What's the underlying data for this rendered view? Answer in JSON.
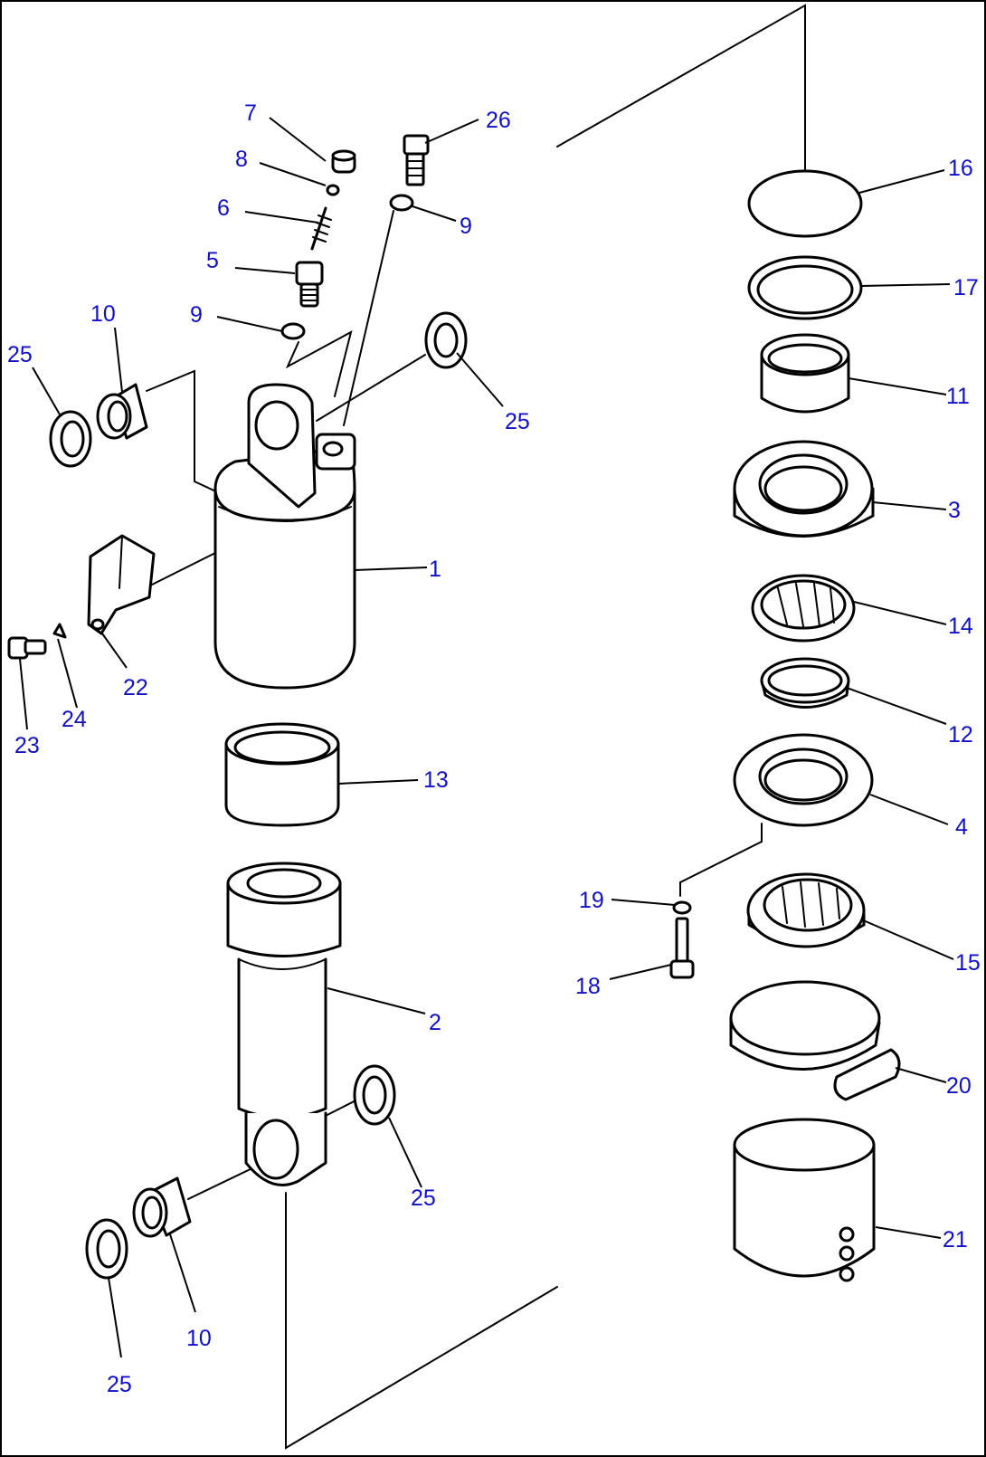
{
  "diagram": {
    "labels": {
      "l7": "7",
      "l26": "26",
      "l8": "8",
      "l6": "6",
      "l9a": "9",
      "l9b": "9",
      "l5": "5",
      "l10a": "10",
      "l25a": "25",
      "l25b": "25",
      "l1": "1",
      "l22": "22",
      "l23": "23",
      "l24": "24",
      "l13": "13",
      "l2": "2",
      "l25c": "25",
      "l10b": "10",
      "l25d": "25",
      "l16": "16",
      "l17": "17",
      "l11": "11",
      "l3": "3",
      "l14": "14",
      "l12": "12",
      "l4": "4",
      "l19": "19",
      "l18": "18",
      "l15": "15",
      "l20": "20",
      "l21": "21"
    },
    "colors": {
      "label": "#1010c8",
      "line": "#000000",
      "background": "#ffffff"
    }
  }
}
